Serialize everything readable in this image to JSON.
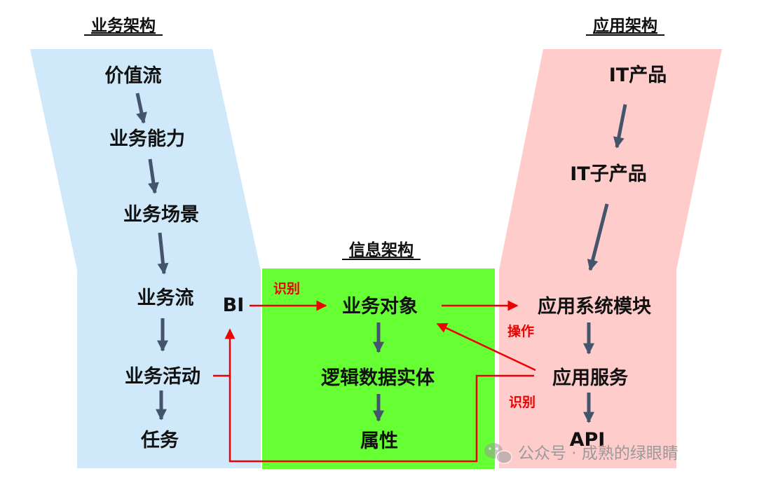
{
  "headings": {
    "business": "业务架构",
    "information": "信息架构",
    "application": "应用架构"
  },
  "business_nodes": {
    "value_stream": "价值流",
    "capability": "业务能力",
    "scenario": "业务场景",
    "flow": "业务流",
    "activity": "业务活动",
    "task": "任务"
  },
  "bi": "BI",
  "information_nodes": {
    "business_object": "业务对象",
    "logical_entity": "逻辑数据实体",
    "attribute": "属性"
  },
  "application_nodes": {
    "it_product": "IT产品",
    "it_sub_product": "IT子产品",
    "system_module": "应用系统模块",
    "service": "应用服务",
    "api": "API"
  },
  "relation_labels": {
    "identify_bi": "识别",
    "operate": "操作",
    "identify_service": "识别"
  },
  "watermark": {
    "text": "公众号 · 成熟的绿眼睛"
  },
  "colors": {
    "business_fill": "#cfe9fb",
    "information_fill": "#66ff33",
    "application_fill": "#ffcccc",
    "flow_arrow": "#44546a",
    "relation_arrow": "#ee0000"
  }
}
